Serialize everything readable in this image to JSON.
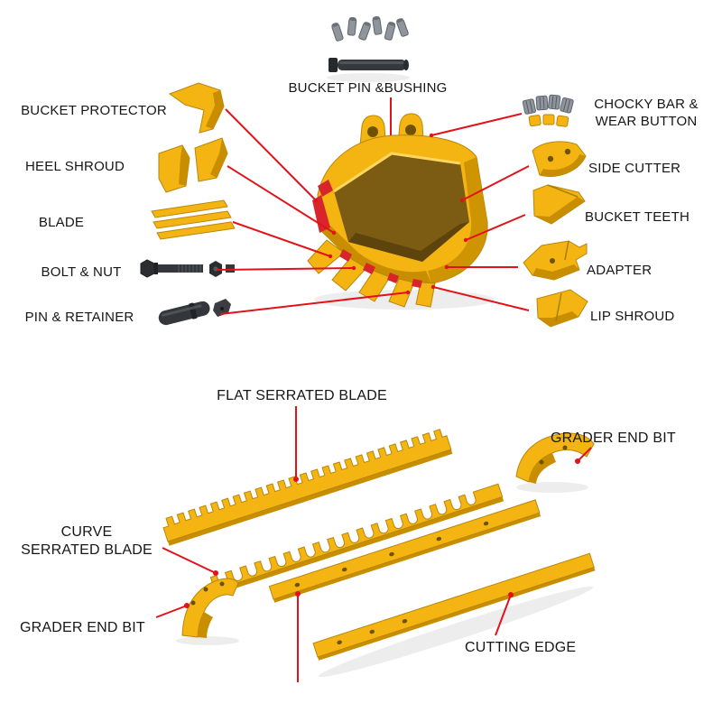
{
  "colors": {
    "part_yellow": "#F4B513",
    "part_yellow_dark": "#C88E00",
    "part_yellow_light": "#FFD75E",
    "leader_red": "#E2121A",
    "text": "#161616",
    "metal_gray": "#8F959C",
    "metal_dark": "#33373B",
    "interior": "#7C5C12",
    "interior_dark": "#5C440C",
    "bg": "#FFFFFF"
  },
  "top_diagram": {
    "name": "excavator bucket wear parts",
    "labels": {
      "bucket_pin_bushing": "BUCKET PIN &BUSHING",
      "bucket_protector": "BUCKET PROTECTOR",
      "heel_shroud": "HEEL SHROUD",
      "blade": "BLADE",
      "bolt_nut": "BOLT & NUT",
      "pin_retainer": "PIN & RETAINER",
      "chocky_bar_line1": "CHOCKY BAR &",
      "chocky_bar_line2": "WEAR BUTTON",
      "side_cutter": "SIDE CUTTER",
      "bucket_teeth": "BUCKET TEETH",
      "adapter": "ADAPTER",
      "lip_shroud": "LIP SHROUD"
    }
  },
  "bottom_diagram": {
    "name": "grader blade wear parts",
    "labels": {
      "flat_serrated_blade": "FLAT SERRATED BLADE",
      "grader_end_bit_top": "GRADER END BIT",
      "curve_serrated_line1": "CURVE",
      "curve_serrated_line2": "SERRATED BLADE",
      "grader_end_bit_bottom": "GRADER END BIT",
      "cutting_edge": "CUTTING EDGE"
    }
  }
}
